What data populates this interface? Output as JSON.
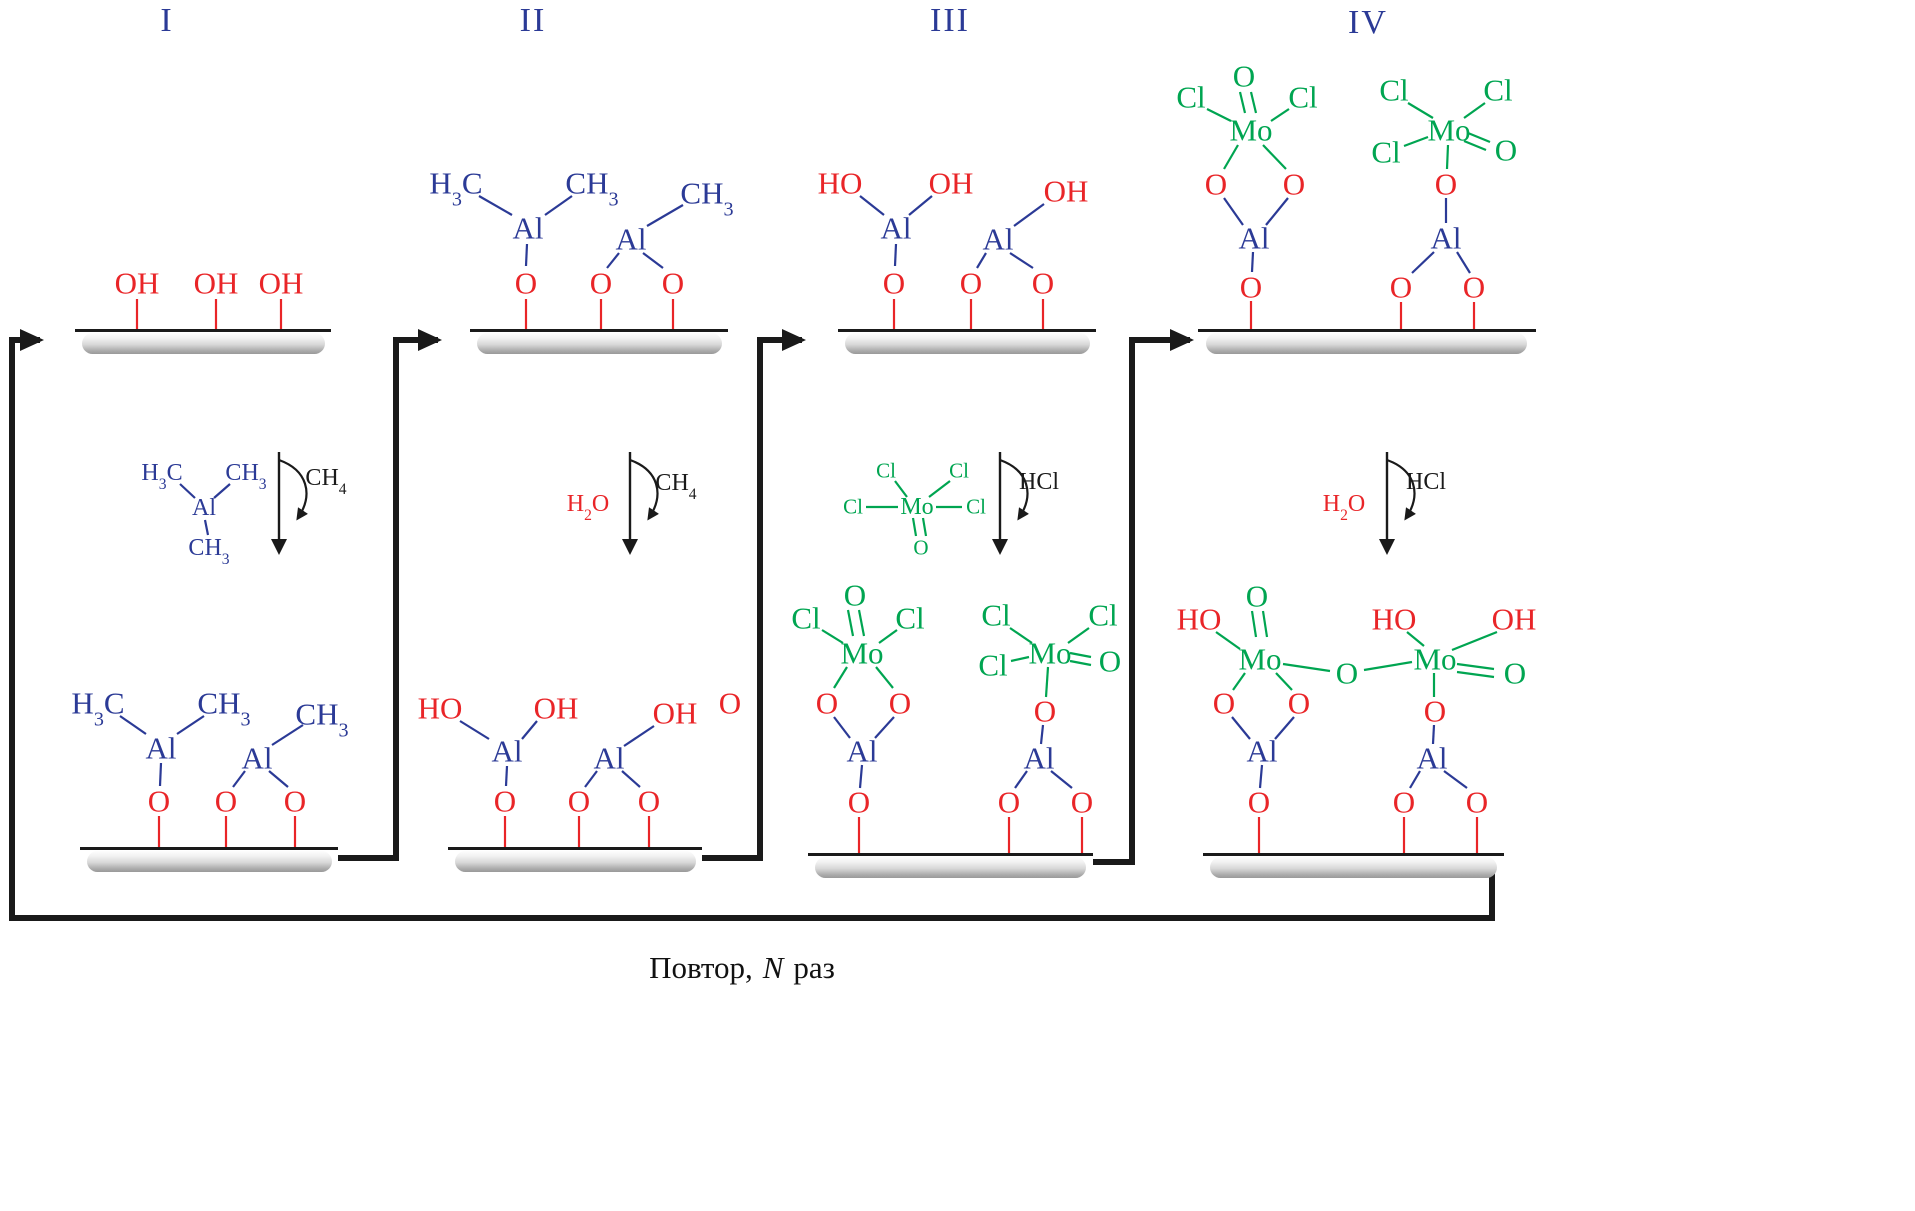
{
  "diagram": {
    "stage_headers": [
      "I",
      "II",
      "III",
      "IV"
    ],
    "footer": {
      "word": "Повтор,",
      "n": "N",
      "times": "раз"
    }
  },
  "tokens": {
    "H": "H",
    "C": "C",
    "O": "O",
    "CH": "CH",
    "OH": "OH",
    "HO": "HO",
    "Al": "Al",
    "Mo": "Mo",
    "Cl": "Cl",
    "HCl": "HCl",
    "sub2": "2",
    "sub3": "3",
    "sub4": "4"
  },
  "colors": {
    "blue": "#2b3a96",
    "red": "#e92528",
    "green": "#00a551",
    "arrow_black": "#1a1a1a",
    "substrate_gray": "#c9c9c9"
  }
}
